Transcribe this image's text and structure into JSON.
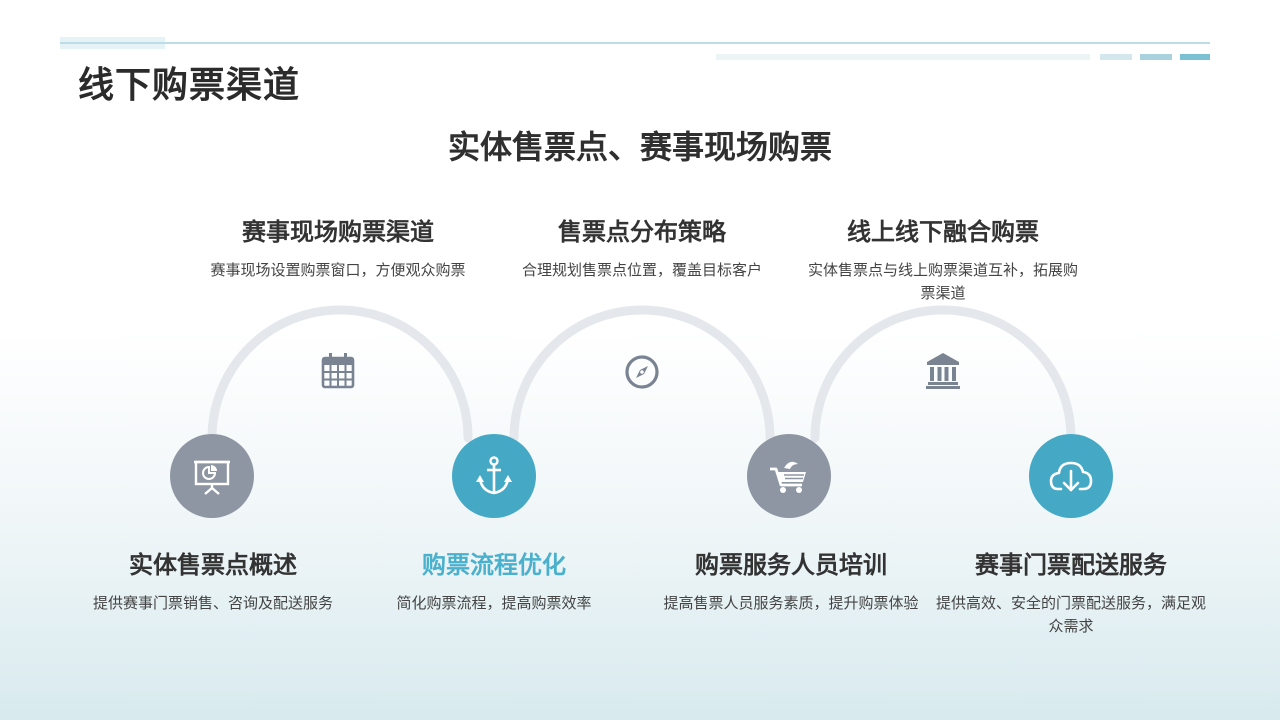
{
  "page": {
    "title": "线下购票渠道",
    "subtitle": "实体售票点、赛事现场购票"
  },
  "top_items": [
    {
      "title": "赛事现场购票渠道",
      "desc": "赛事现场设置购票窗口，方便观众购票",
      "icon": "calendar-icon"
    },
    {
      "title": "售票点分布策略",
      "desc": "合理规划售票点位置，覆盖目标客户",
      "icon": "compass-icon"
    },
    {
      "title": "线上线下融合购票",
      "desc": "实体售票点与线上购票渠道互补，拓展购票渠道",
      "icon": "bank-icon"
    }
  ],
  "bottom_items": [
    {
      "title": "实体售票点概述",
      "desc": "提供赛事门票销售、咨询及配送服务",
      "icon": "presentation-icon"
    },
    {
      "title": "购票流程优化",
      "desc": "简化购票流程，提高购票效率",
      "icon": "anchor-icon"
    },
    {
      "title": "购票服务人员培训",
      "desc": "提高售票人员服务素质，提升购票体验",
      "icon": "shopping-cart-icon"
    },
    {
      "title": "赛事门票配送服务",
      "desc": "提供高效、安全的门票配送服务，满足观众需求",
      "icon": "cloud-download-icon"
    }
  ],
  "colors": {
    "accent": "#45a9c6",
    "gray_circle": "#8e96a4",
    "arc": "#e4e8ec",
    "icon": "#7a8391"
  }
}
